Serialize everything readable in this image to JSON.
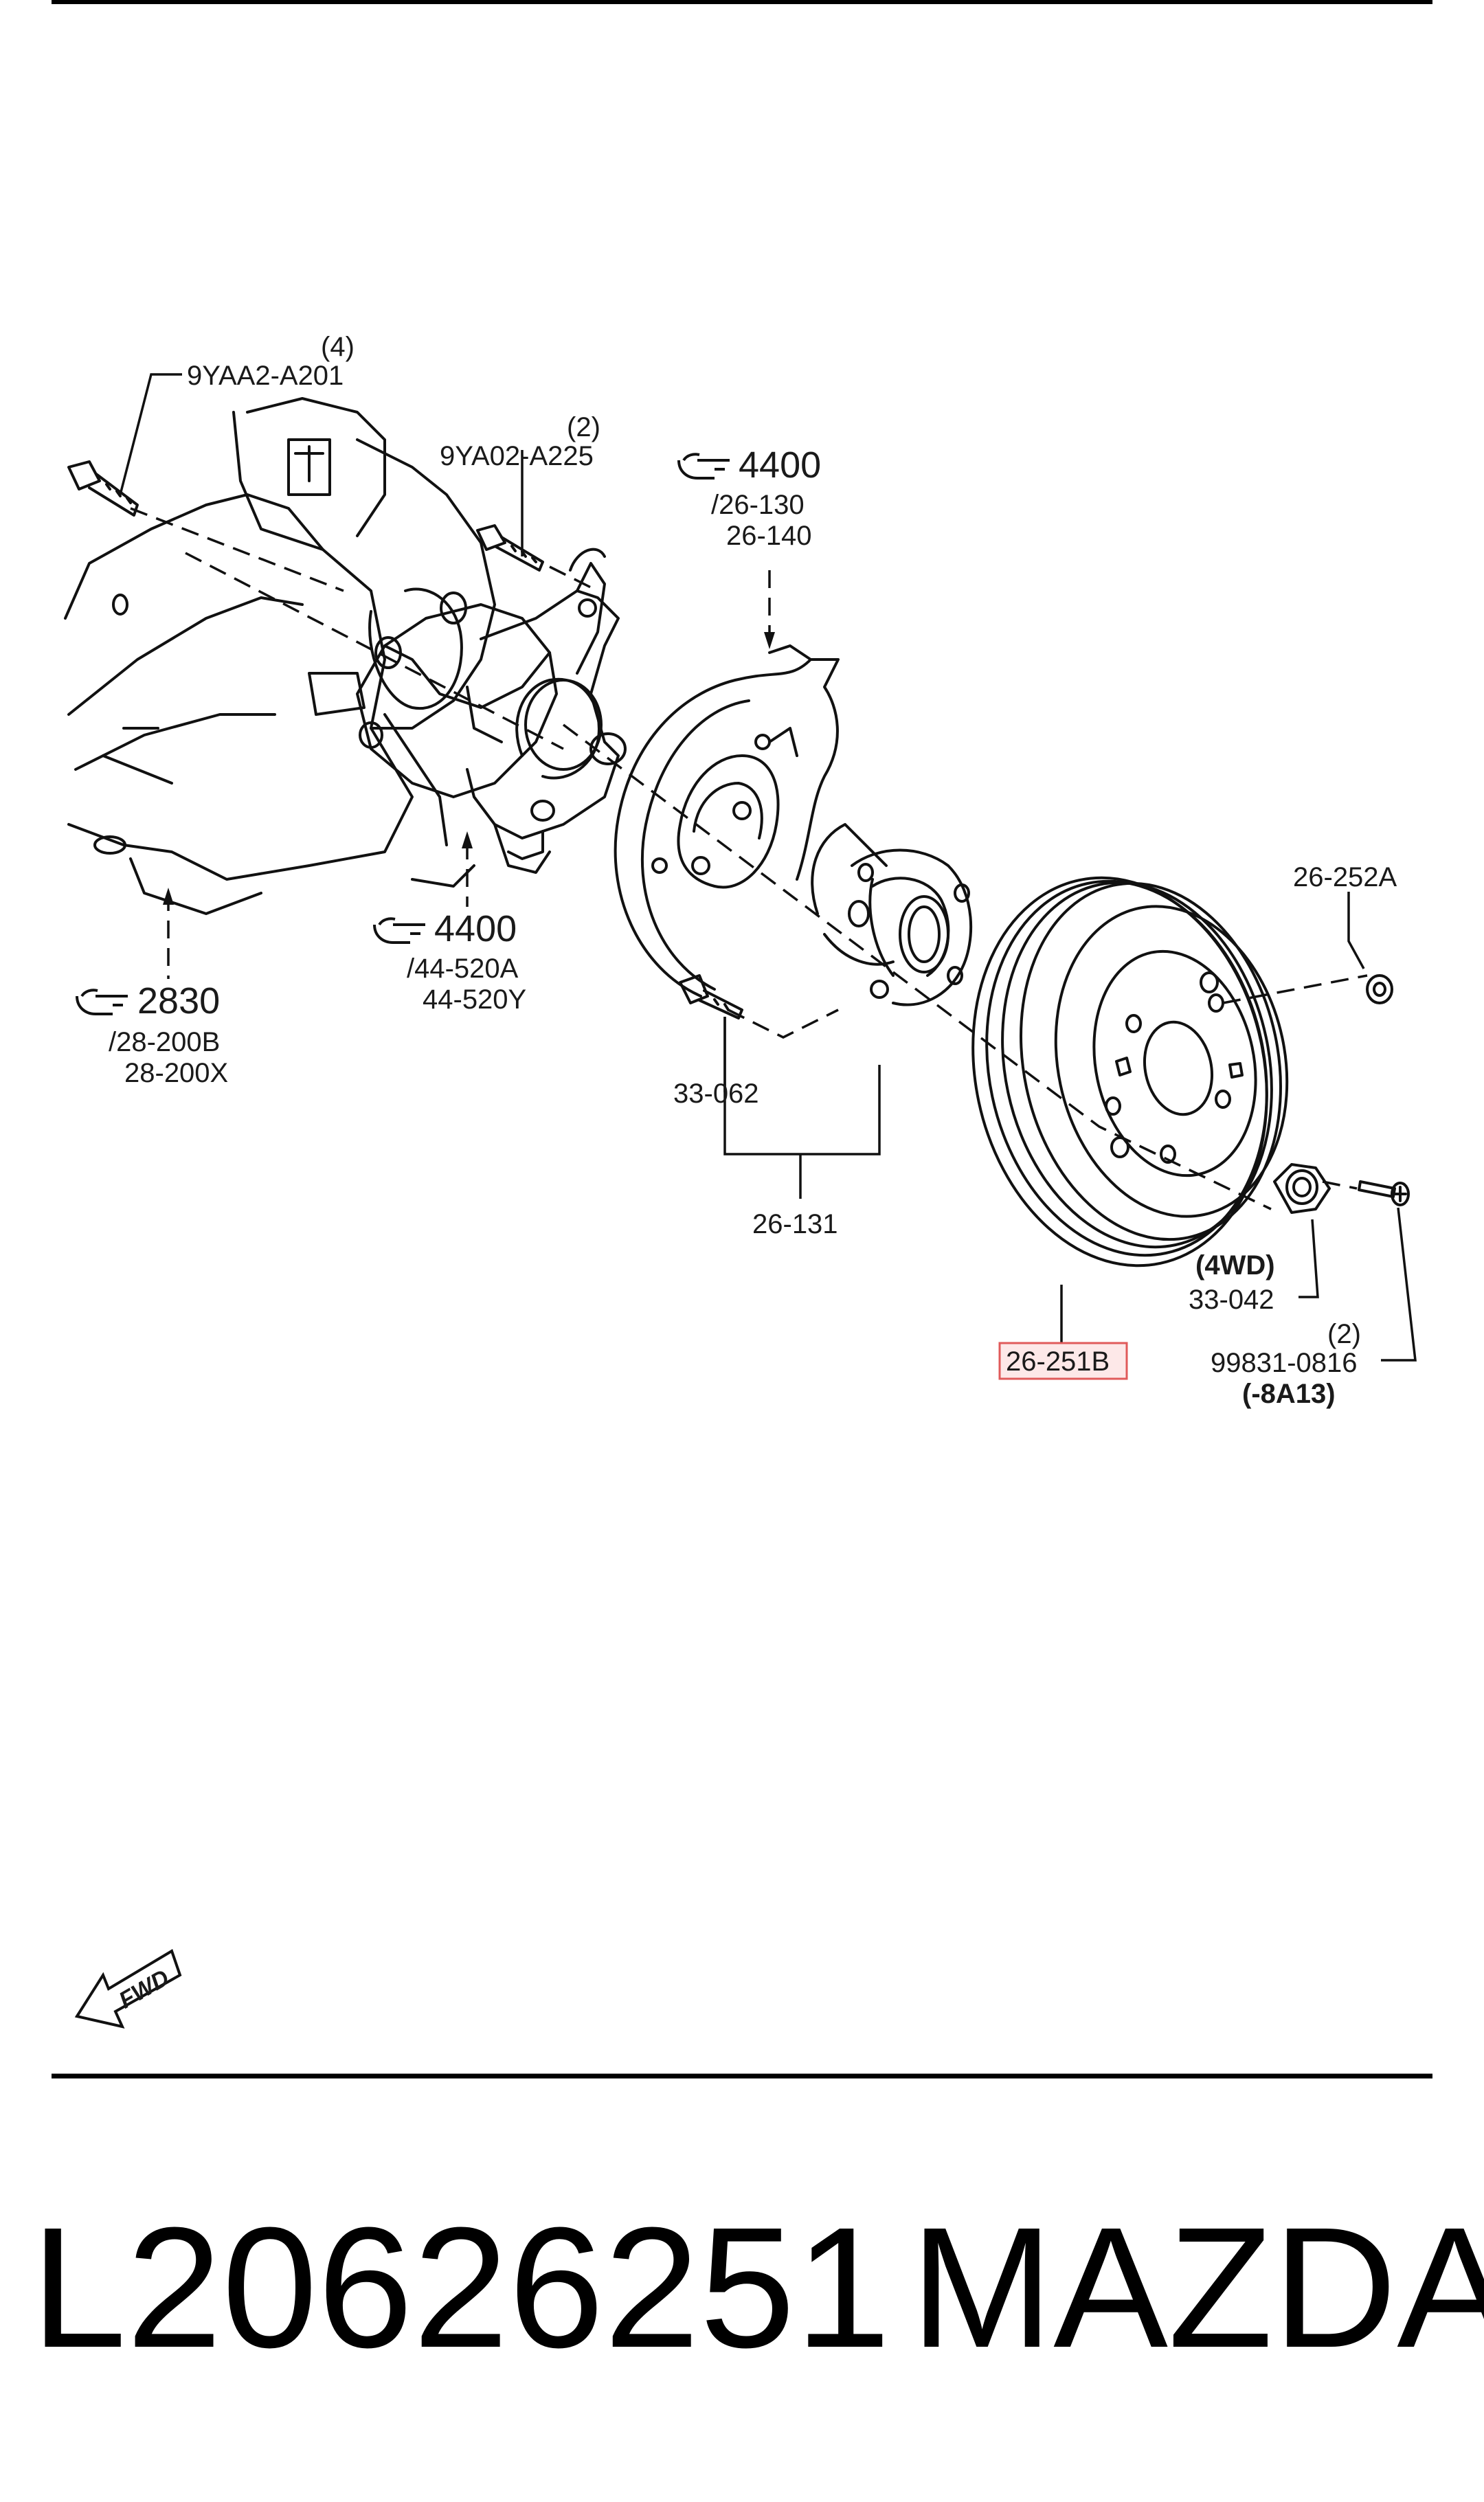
{
  "diagram": {
    "labels": {
      "bolt_4_qty": "(4)",
      "bolt_4_code": "9YAA2-A201",
      "bolt_2_qty": "(2)",
      "bolt_2_code": "9YA02-A225",
      "ref_4400_top": "4400",
      "ref_26_130": "/26-130",
      "ref_26_140": "26-140",
      "ref_4400_mid": "4400",
      "ref_44_520a": "/44-520A",
      "ref_44_520y": "44-520Y",
      "ref_2830": "2830",
      "ref_28_200b": "/28-200B",
      "ref_28_200x": "28-200X",
      "part_33_062": "33-062",
      "part_26_131": "26-131",
      "part_26_252a": "26-252A",
      "part_4wd": "(4WD)",
      "part_33_042": "33-042",
      "screw_qty": "(2)",
      "screw_code": "99831-0816",
      "screw_variant": "(-8A13)",
      "highlight_part": "26-251B",
      "fwd": "FWD"
    },
    "highlight_color": "#e05a5a"
  },
  "footer": {
    "part_number": "L20626251",
    "brand": "MAZDA"
  }
}
